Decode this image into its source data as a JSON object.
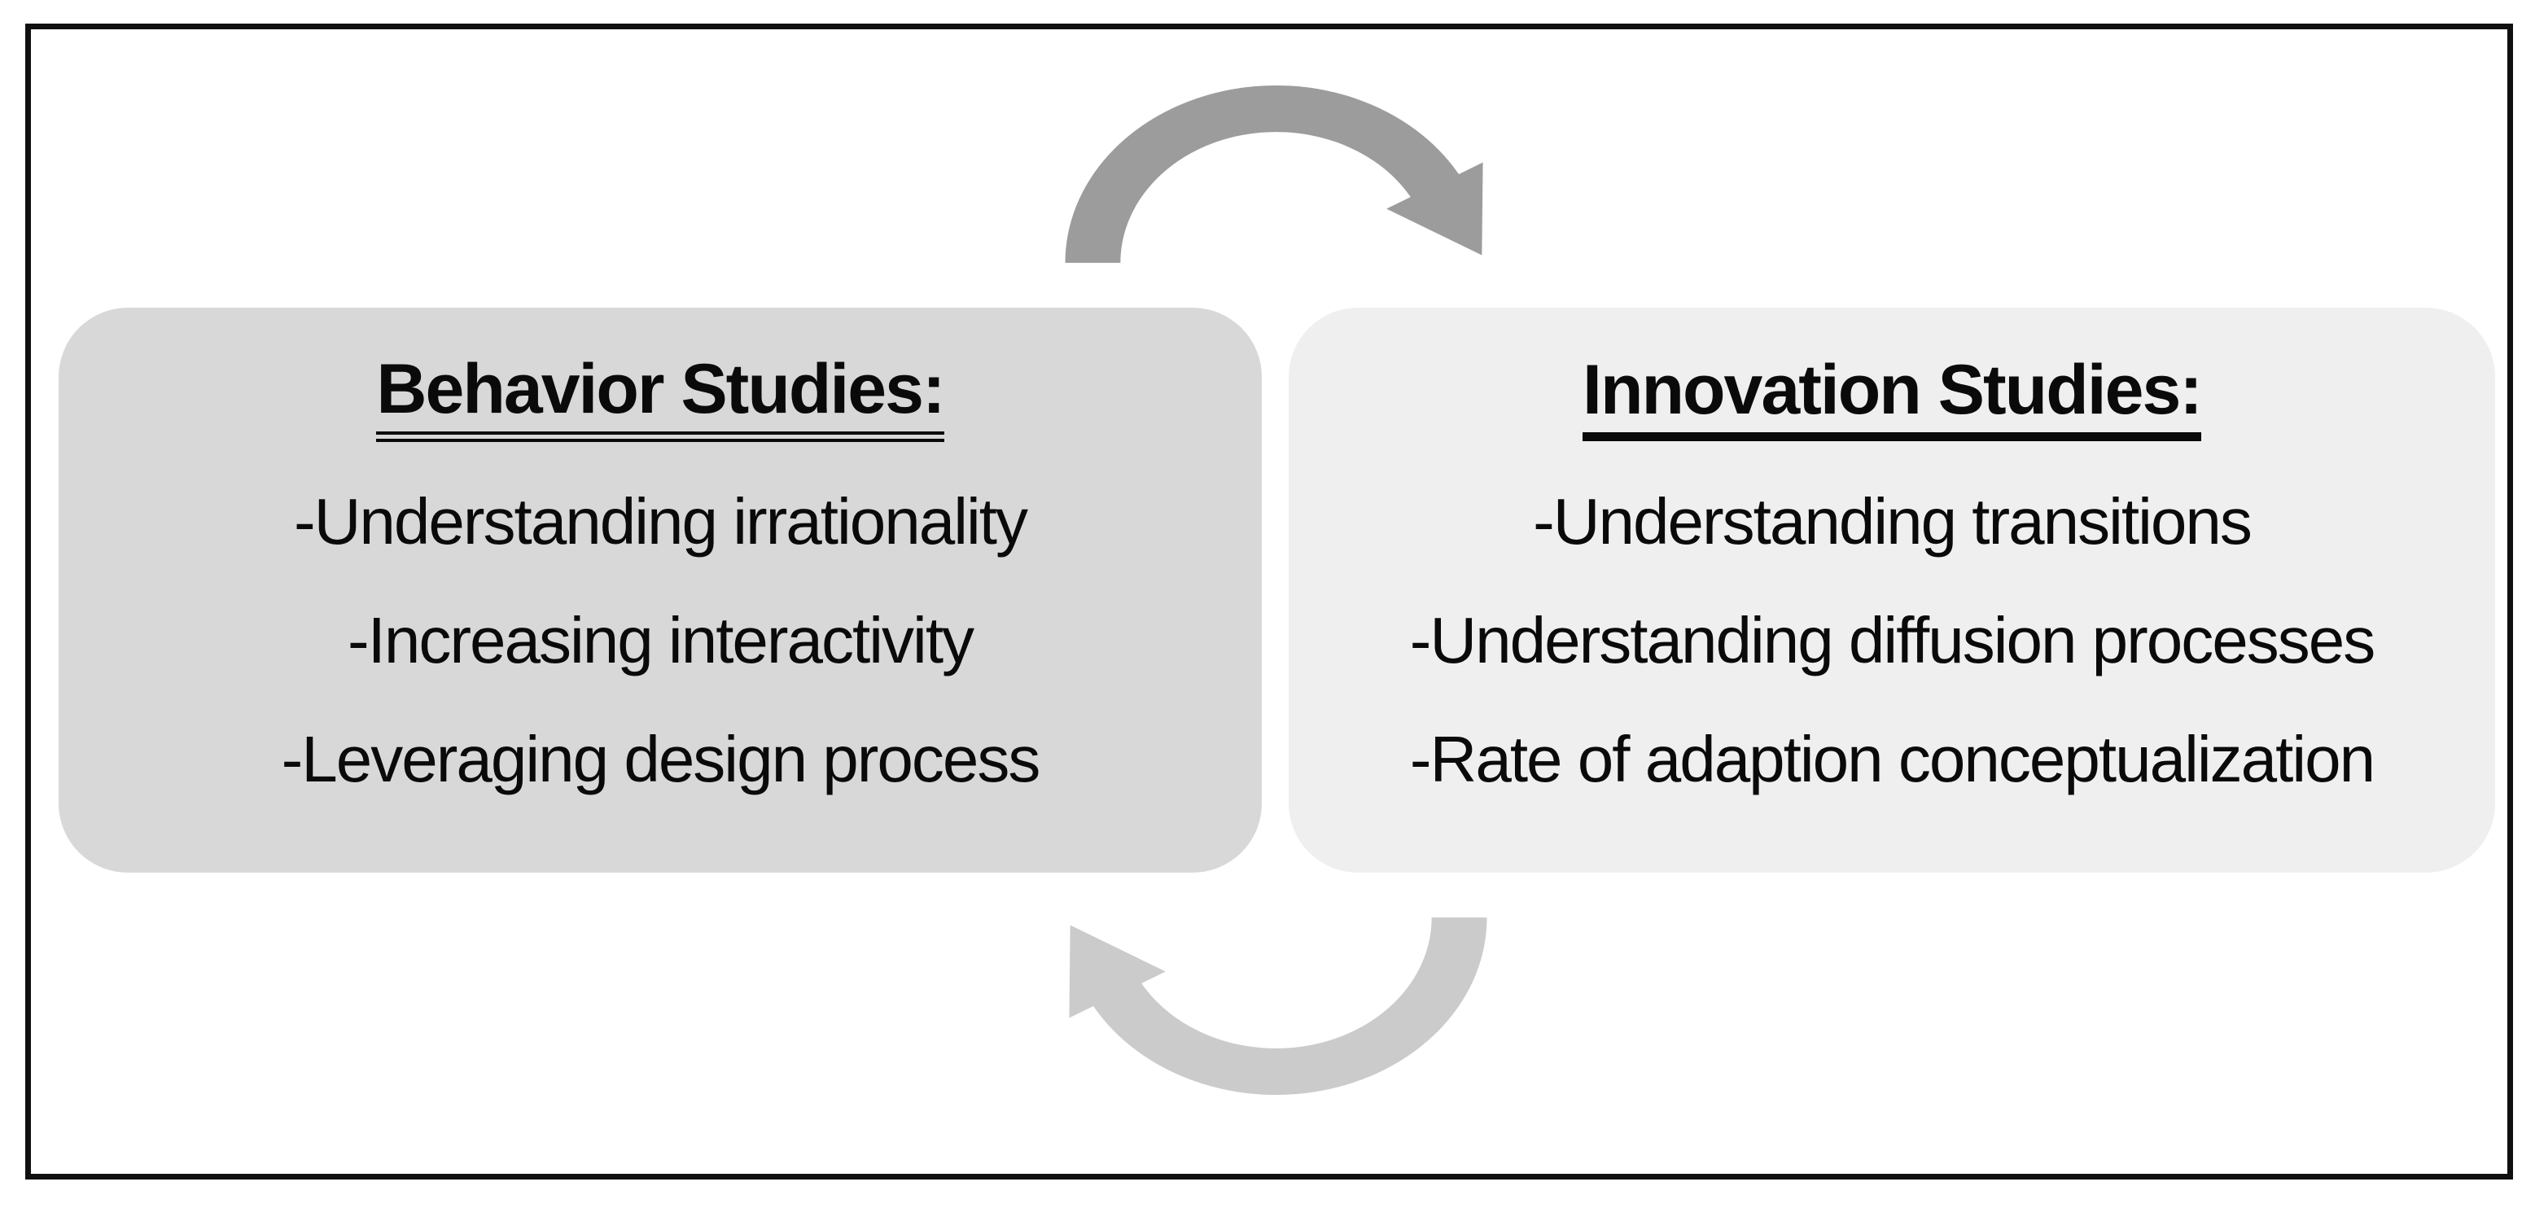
{
  "diagram": {
    "type": "cycle-diagram",
    "frame_border_color": "#101010",
    "background_color": "#ffffff",
    "left_box": {
      "title": "Behavior Studies:",
      "items": [
        "-Understanding irrationality",
        "-Increasing interactivity",
        "-Leveraging design process"
      ],
      "bg_color": "#d8d8d8",
      "text_color": "#0a0a0a",
      "title_underline": "double"
    },
    "right_box": {
      "title": "Innovation Studies:",
      "items": [
        "-Understanding transitions",
        "-Understanding diffusion processes",
        "-Rate of adaption conceptualization"
      ],
      "bg_color": "#efefef",
      "text_color": "#0a0a0a",
      "title_underline": "solid"
    },
    "arrows": {
      "top_color": "#9c9c9c",
      "bottom_color": "#cbcbcb",
      "top_direction": "clockwise-right",
      "bottom_direction": "clockwise-left"
    }
  }
}
